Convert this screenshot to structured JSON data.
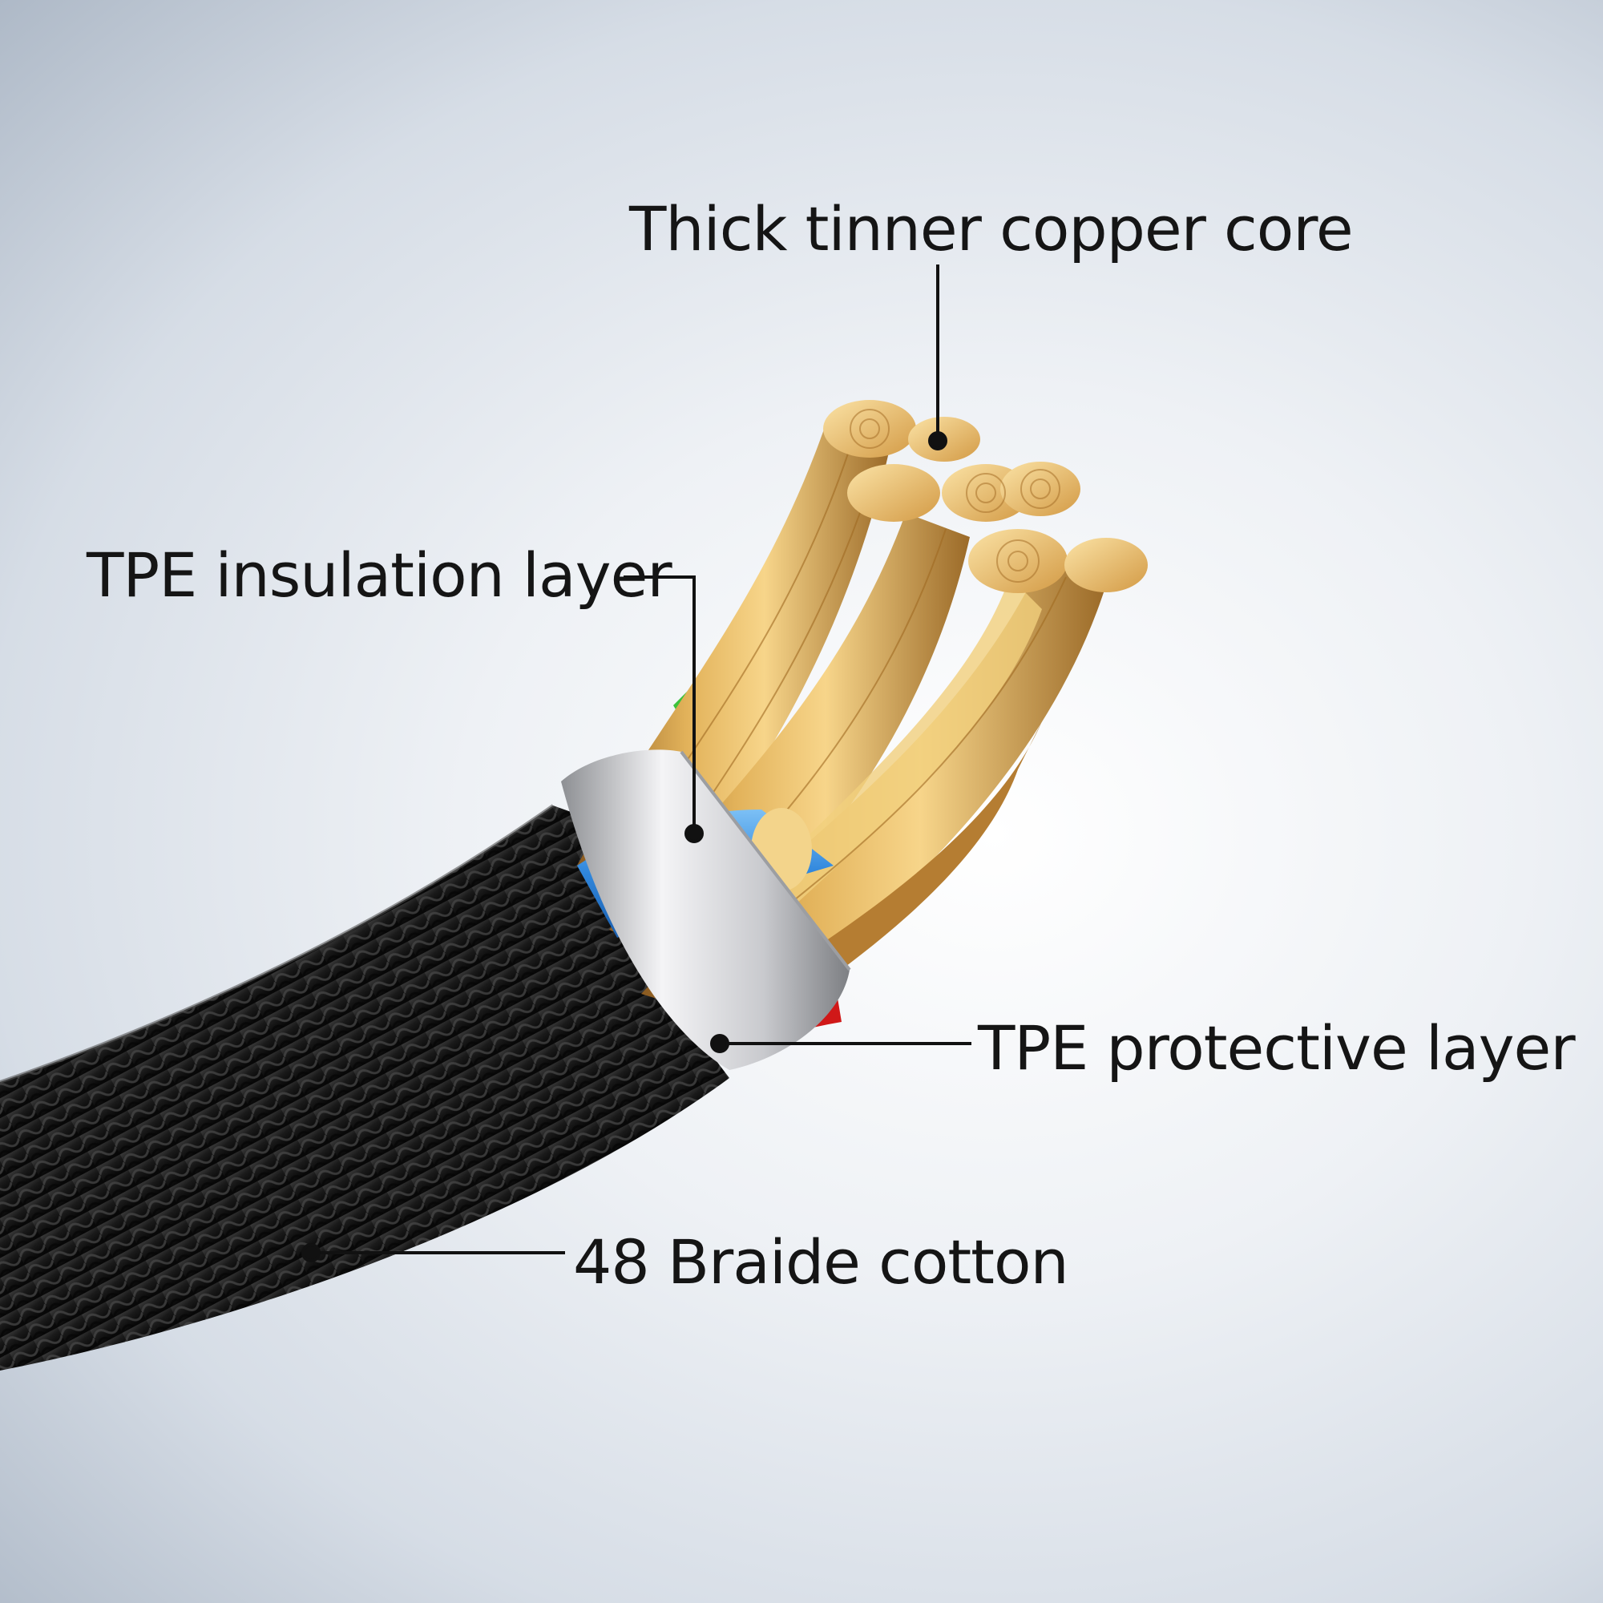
{
  "labels": {
    "copper_core": "Thick tinner copper core",
    "insulation": "TPE insulation layer",
    "protective": "TPE protective layer",
    "braid": "48 Braide cotton"
  },
  "colors": {
    "jacket": "#151515",
    "ring": "#d9d9db",
    "copper": "#d9a64e",
    "insulation_blue": "#3a8fe0",
    "accent_red": "#d01818",
    "accent_green": "#3cc23c",
    "leader": "#111111"
  }
}
